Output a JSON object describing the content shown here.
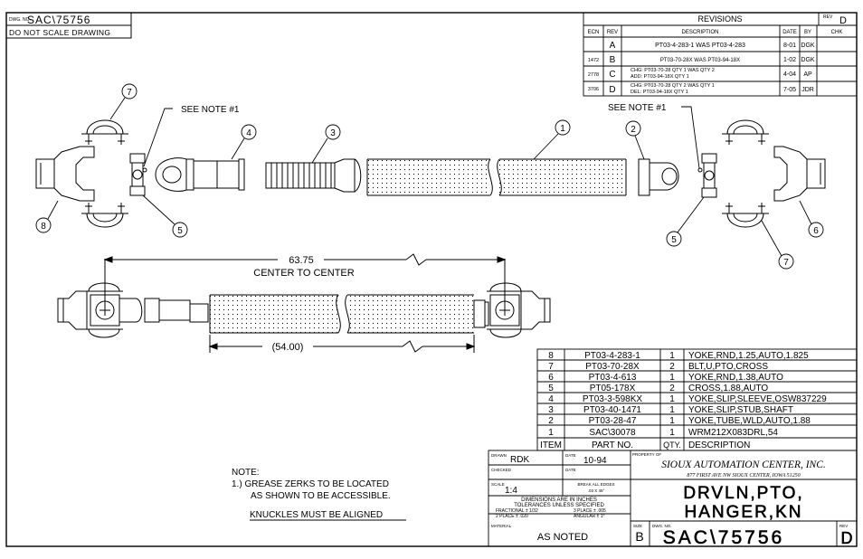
{
  "title_block_top": {
    "dwg_no_label": "DWG. NO.",
    "dwg_no": "SAC\\75756",
    "do_not_scale": "DO NOT SCALE DRAWING"
  },
  "revisions": {
    "title": "REVISIONS",
    "rev_label": "REV",
    "rev_value": "D",
    "headers": [
      "ECN",
      "REV",
      "DESCRIPTION",
      "DATE",
      "BY",
      "CHK"
    ],
    "rows": [
      {
        "ecn": "",
        "rev": "A",
        "desc1": "PT03-4-283-1 WAS PT03-4-283",
        "desc2": "",
        "date": "8-01",
        "by": "DGK",
        "chk": ""
      },
      {
        "ecn": "1472",
        "rev": "B",
        "desc1": "PT03-70-28X WAS PT03-94-18X",
        "desc2": "",
        "date": "1-02",
        "by": "DGK",
        "chk": ""
      },
      {
        "ecn": "2778",
        "rev": "C",
        "desc1": "CHG: PT03-70-28 QTY 1 WAS QTY 2",
        "desc2": "ADD: PT03-94-18X QTY 1",
        "date": "4-04",
        "by": "AP",
        "chk": ""
      },
      {
        "ecn": "3706",
        "rev": "D",
        "desc1": "CHG: PT03-70-28 QTY 2 WAS QTY 1",
        "desc2": "DEL: PT03-94-18X QTY 1",
        "date": "7-05",
        "by": "JDR",
        "chk": ""
      }
    ]
  },
  "callouts": {
    "see_note_left": "SEE NOTE #1",
    "see_note_right": "SEE NOTE #1",
    "n1": "1",
    "n2": "2",
    "n3": "3",
    "n4": "4",
    "n5": "5",
    "n6": "6",
    "n7": "7",
    "n8": "8"
  },
  "dimensions": {
    "center_to_center": "63.75",
    "center_label": "CENTER TO CENTER",
    "tube_length": "(54.00)"
  },
  "parts_list": {
    "headers": {
      "item": "ITEM",
      "part": "PART NO.",
      "qty": "QTY.",
      "desc": "DESCRIPTION"
    },
    "rows": [
      {
        "item": "8",
        "part": "PT03-4-283-1",
        "qty": "1",
        "desc": "YOKE,RND,1.25,AUTO,1.825"
      },
      {
        "item": "7",
        "part": "PT03-70-28X",
        "qty": "2",
        "desc": "BLT,U,PTO,CROSS"
      },
      {
        "item": "6",
        "part": "PT03-4-613",
        "qty": "1",
        "desc": "YOKE,RND,1.38,AUTO"
      },
      {
        "item": "5",
        "part": "PT05-178X",
        "qty": "2",
        "desc": "CROSS,1.88,AUTO"
      },
      {
        "item": "4",
        "part": "PT03-3-598KX",
        "qty": "1",
        "desc": "YOKE,SLIP,SLEEVE,OSW837229"
      },
      {
        "item": "3",
        "part": "PT03-40-1471",
        "qty": "1",
        "desc": "YOKE,SLIP,STUB,SHAFT"
      },
      {
        "item": "2",
        "part": "PT03-28-47",
        "qty": "1",
        "desc": "YOKE,TUBE,WLD,AUTO,1.88"
      },
      {
        "item": "1",
        "part": "SAC\\30078",
        "qty": "1",
        "desc": "WRM212X083DRL,54"
      }
    ]
  },
  "notes": {
    "heading": "NOTE:",
    "line1": "1.) GREASE ZERKS TO BE LOCATED",
    "line2": "AS SHOWN TO BE ACCESSIBLE.",
    "knuckles": "KNUCKLES MUST BE ALIGNED"
  },
  "title_block": {
    "drawn_label": "DRAWN",
    "drawn_value": "RDK",
    "date_label": "DATE",
    "date_value": "10-94",
    "checked_label": "CHECKED",
    "date2_label": "DATE",
    "scale_label": "SCALE",
    "scale_value": "1:4",
    "break_edges1": "BREAK ALL EDGES",
    "break_edges2": ".03 X 45°",
    "dims1": "DIMENSIONS ARE IN INCHES",
    "dims2": "TOLERANCES UNLESS SPECIFIED",
    "tol_frac": "FRACTIONAL ± 1/32",
    "tol_3place": "3 PLACE ± .005",
    "tol_2place": "2 PLACE ± .020",
    "tol_angular": "ANGULAR ± 1°",
    "material_label": "MATERIAL",
    "material_value": "AS NOTED",
    "property_of": "PROPERTY OF",
    "company": "SIOUX AUTOMATION CENTER, INC.",
    "address": "877 FIRST AVE NW     SIOUX CENTER, IOWA  51250",
    "drawing_title1": "DRVLN,PTO,",
    "drawing_title2": "HANGER,KN",
    "size_label": "SIZE",
    "size_value": "B",
    "dwg_no_label": "DWG. NO.",
    "dwg_no": "SAC\\75756",
    "rev_label": "REV",
    "rev_value": "D"
  }
}
